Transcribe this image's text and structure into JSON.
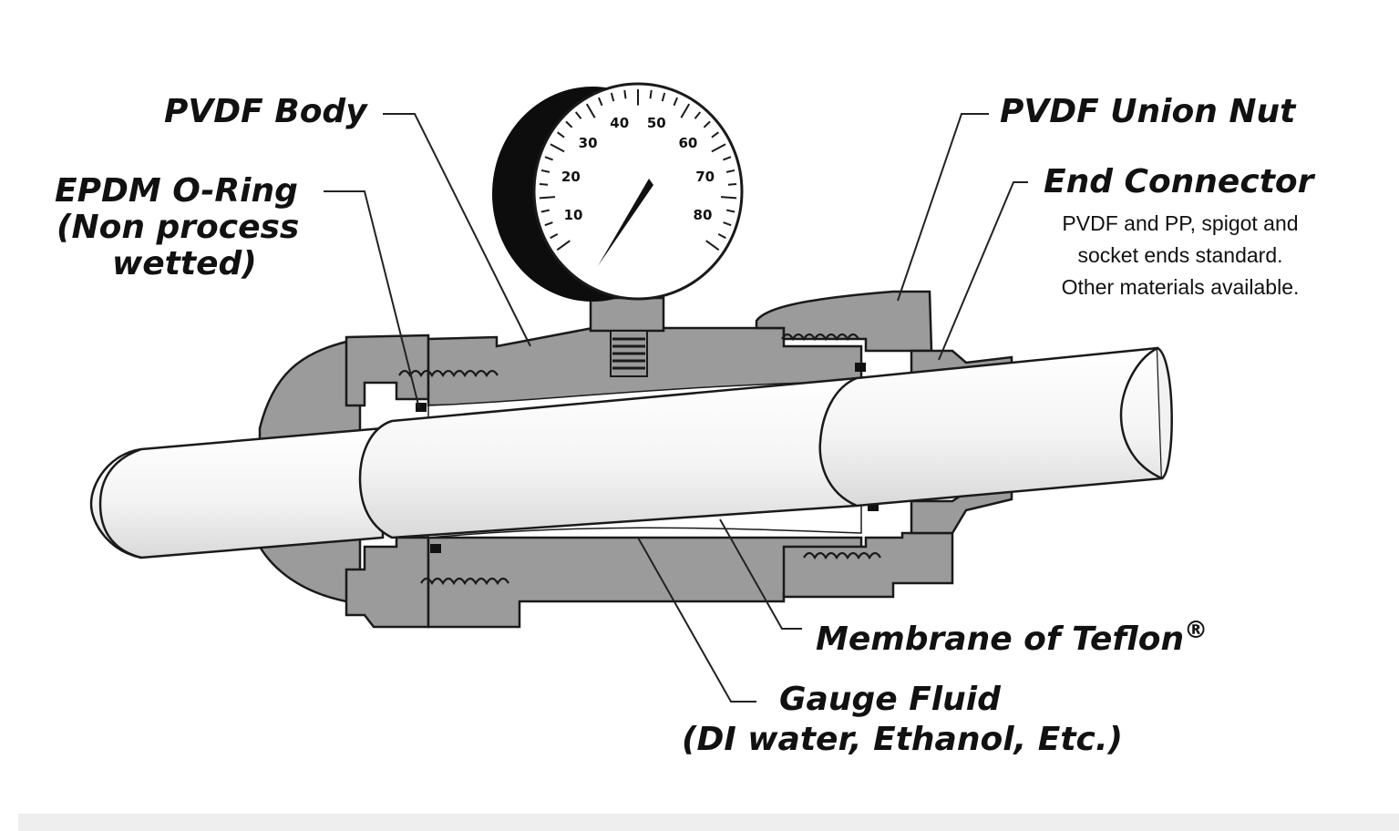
{
  "labels": {
    "pvdf_body": "PVDF Body",
    "epdm_line1": "EPDM O-Ring",
    "epdm_line2": "(Non process",
    "epdm_line3": "wetted)",
    "union_nut": "PVDF Union Nut",
    "end_connector": "End Connector",
    "end_connector_desc_1": "PVDF and PP, spigot and",
    "end_connector_desc_2": "socket ends standard.",
    "end_connector_desc_3": "Other materials available.",
    "membrane": "Membrane of  Teflon",
    "membrane_reg": "®",
    "gauge_fluid": "Gauge Fluid",
    "gauge_fluid_desc": "(DI water, Ethanol, Etc.)"
  },
  "gauge": {
    "ticks": [
      "10",
      "20",
      "30",
      "40",
      "50",
      "60",
      "70",
      "80"
    ]
  },
  "colors": {
    "body_gray": "#9b9b9b",
    "pipe_white": "#ffffff",
    "outline": "#1a1a1a",
    "gauge_rim": "#0d0d0d"
  }
}
